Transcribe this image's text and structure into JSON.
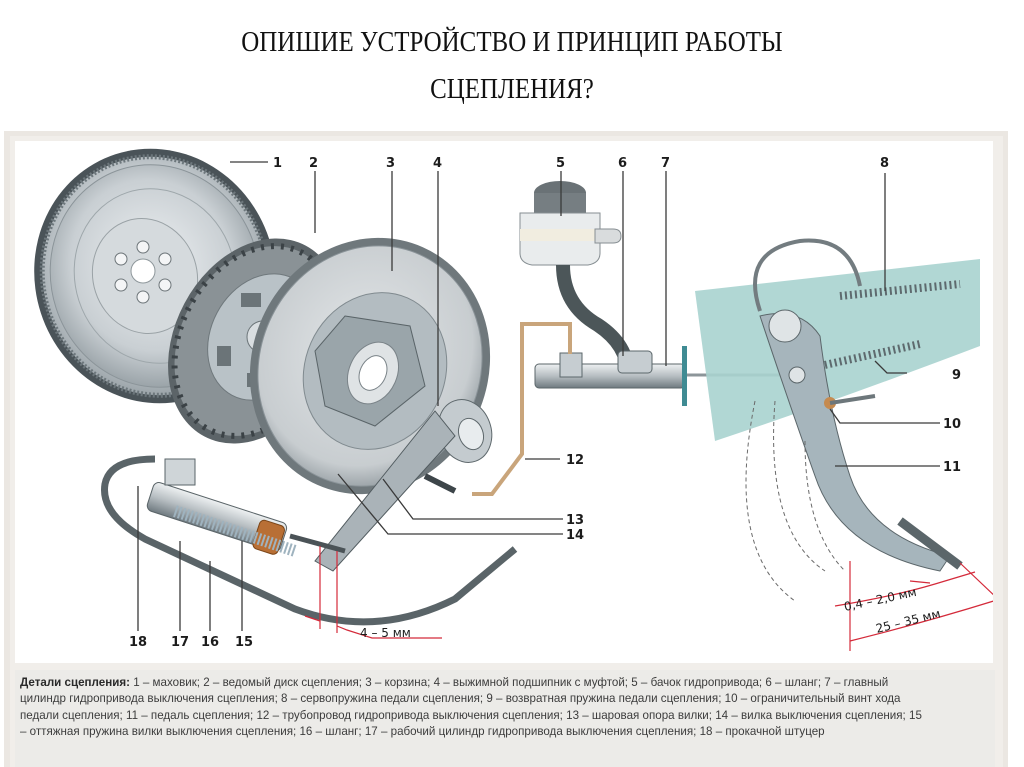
{
  "slide": {
    "title_line1": "ОПИШИЕ УСТРОЙСТВО И ПРИНЦИП РАБОТЫ",
    "title_line2": "СЦЕПЛЕНИЯ?"
  },
  "diagram": {
    "callouts": [
      "1",
      "2",
      "3",
      "4",
      "5",
      "6",
      "7",
      "8",
      "9",
      "10",
      "11",
      "12",
      "13",
      "14",
      "15",
      "16",
      "17",
      "18"
    ],
    "dimensions": {
      "fork_gap": "4 – 5 мм",
      "pedal_free_play": "0,4 – 2,0 мм",
      "pedal_travel": "25 – 35 мм"
    },
    "colors": {
      "panel_bg": "#ffffff",
      "frame": "#ebe7e2",
      "pedal_bracket": "#a9d3cf",
      "pipe_copper": "#c9a57b",
      "dimension_red": "#d42a3a",
      "metal": "#c4c9cc"
    }
  },
  "caption": {
    "heading": "Детали сцепления:",
    "body": "1 – маховик; 2 – ведомый диск сцепления; 3 – корзина; 4 – выжимной подшипник с муфтой; 5 – бачок гидропривода; 6 – шланг; 7 – главный цилиндр гидропривода выключения сцепления; 8 – сервопружина педали сцепления; 9 – возвратная пружина педали сцепления; 10 – ограничительный винт хода педали сцепления; 11 – педаль сцепления; 12 – трубопровод гидропривода выключения сцепления; 13 – шаровая опора вилки; 14 – вилка выключения сцепления; 15 – оттяжная пружина вилки выключения сцепления; 16 – шланг; 17 – рабочий цилиндр гидропривода выключения сцепления; 18 – прокачной штуцер"
  }
}
